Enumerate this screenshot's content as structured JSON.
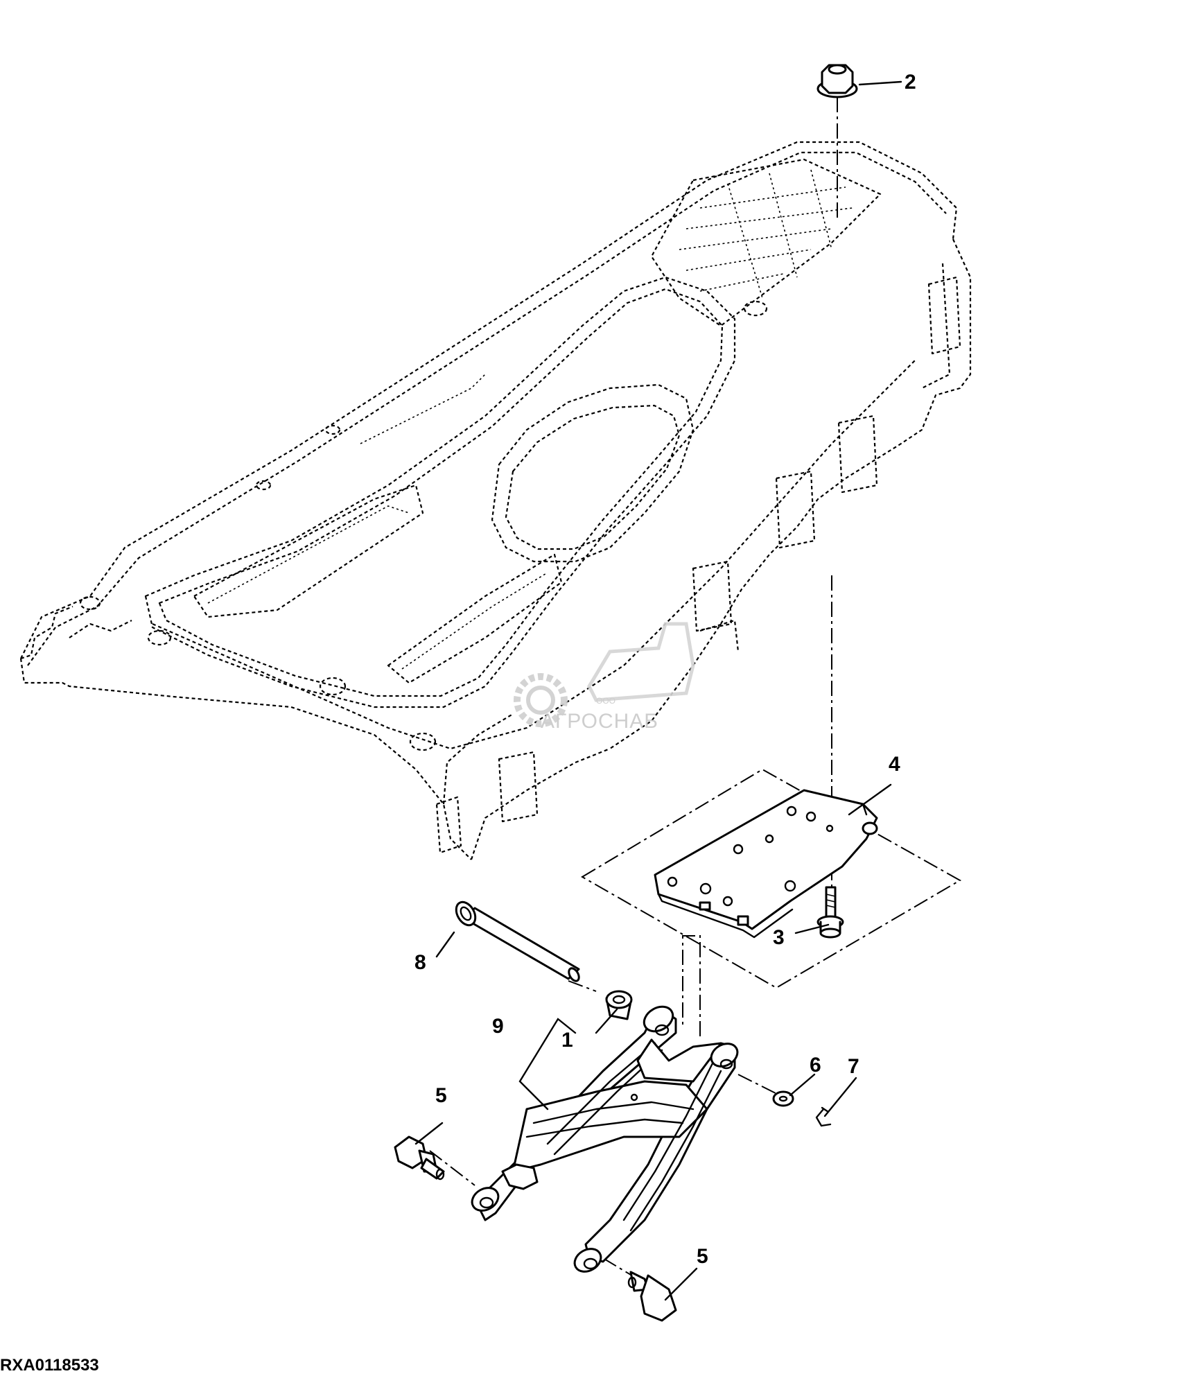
{
  "figure_id": "RXA0118533",
  "watermark": {
    "brand": "АГРОСНАБ",
    "prefix": "ООО"
  },
  "callouts": {
    "c1": "1",
    "c2": "2",
    "c3": "3",
    "c4": "4",
    "c5a": "5",
    "c5b": "5",
    "c6": "6",
    "c7": "7",
    "c8": "8",
    "c9": "9"
  }
}
